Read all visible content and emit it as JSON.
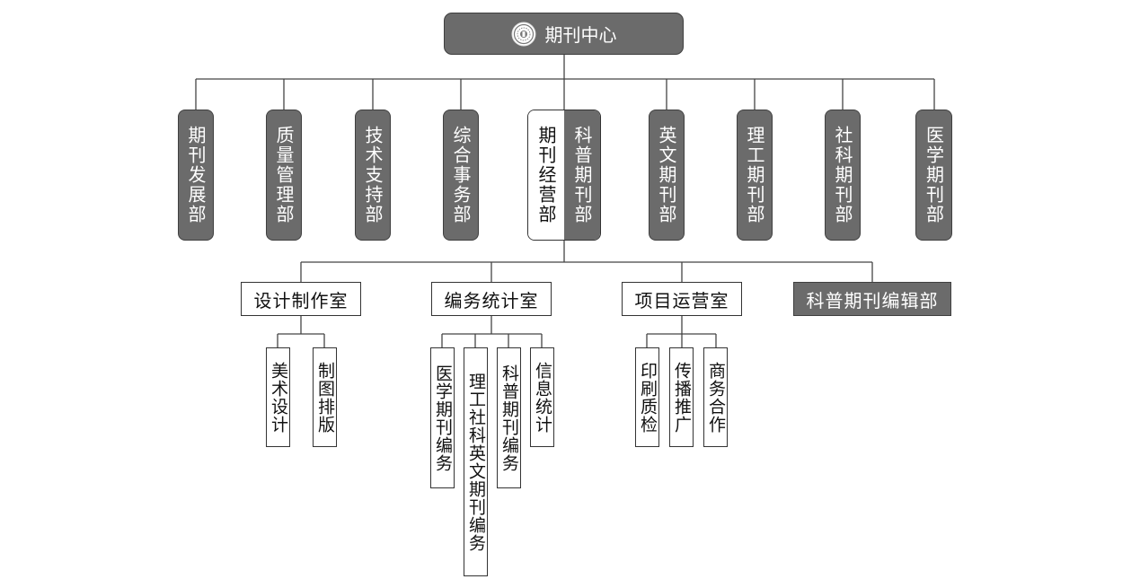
{
  "root": {
    "label": "期刊中心",
    "logo_icon": "journal-center-emblem-icon"
  },
  "departments": {
    "d1": "期刊发展部",
    "d2": "质量管理部",
    "d3": "技术支持部",
    "d4": "综合事务部",
    "d5_left": "期刊经营部",
    "d5_right": "科普期刊部",
    "d6": "英文期刊部",
    "d7": "理工期刊部",
    "d8": "社科期刊部",
    "d9": "医学期刊部"
  },
  "offices": {
    "o1": "设计制作室",
    "o2": "编务统计室",
    "o3": "项目运营室",
    "o4": "科普期刊编辑部"
  },
  "units": {
    "u1": "美术设计",
    "u2": "制图排版",
    "u3": "医学期刊编务",
    "u4": "理工社科英文期刊编务",
    "u5": "科普期刊编务",
    "u6": "信息统计",
    "u7": "印刷质检",
    "u8": "传播推广",
    "u9": "商务合作"
  },
  "colors": {
    "dark_fill": "#6b6b6b",
    "line": "#444444",
    "light_fill": "#ffffff"
  }
}
